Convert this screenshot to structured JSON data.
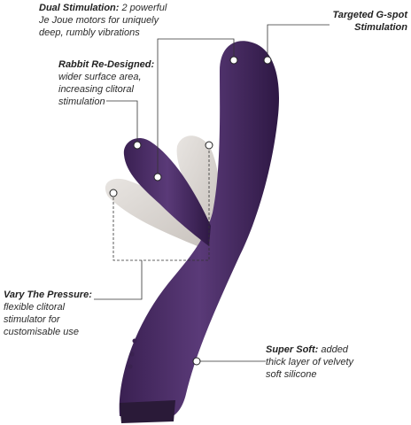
{
  "callouts": {
    "dual": {
      "title": "Dual Stimulation:",
      "body_line1": " 2 powerful",
      "body_rest": [
        "Je Joue motors for uniquely",
        "deep, rumbly vibrations"
      ]
    },
    "rabbit": {
      "title": "Rabbit Re-Designed:",
      "body": [
        "wider surface area,",
        "increasing clitoral",
        "stimulation"
      ]
    },
    "gspot": {
      "title": "Targeted G-spot",
      "title2": "Stimulation"
    },
    "vary": {
      "title": "Vary The Pressure:",
      "body": [
        "flexible clitoral",
        "stimulator for",
        "customisable use"
      ]
    },
    "soft": {
      "title": "Super Soft:",
      "body_line1": " added",
      "body_rest": [
        "thick layer of velvety",
        "soft silicone"
      ]
    }
  },
  "colors": {
    "body": "#4a2a63",
    "body_dark": "#2a1540",
    "body_light": "#6a4a86",
    "ghost": "#d9d4cf",
    "leader": "#333333"
  }
}
